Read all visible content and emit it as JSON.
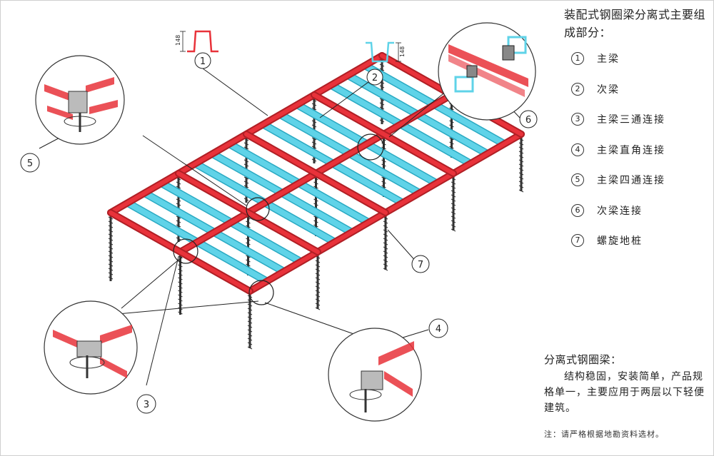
{
  "legend": {
    "title": "装配式钢圈梁分离式主要组成部分：",
    "items": [
      {
        "num": "1",
        "label": "主梁"
      },
      {
        "num": "2",
        "label": "次梁"
      },
      {
        "num": "3",
        "label": "主梁三通连接"
      },
      {
        "num": "4",
        "label": "主梁直角连接"
      },
      {
        "num": "5",
        "label": "主梁四通连接"
      },
      {
        "num": "6",
        "label": "次梁连接"
      },
      {
        "num": "7",
        "label": "螺旋地桩"
      }
    ]
  },
  "description": {
    "title": "分离式钢圈梁：",
    "text": "结构稳固，安装简单，产品规格单一，主要应用于两层以下轻便建筑。"
  },
  "note": "注：请严格根据地勘资料选材。",
  "profiles": {
    "main_beam_dim": "148",
    "secondary_beam_dim": "148"
  },
  "colors": {
    "main_beam": "#e8323a",
    "secondary_beam": "#5fd3e8",
    "pile": "#333333"
  }
}
